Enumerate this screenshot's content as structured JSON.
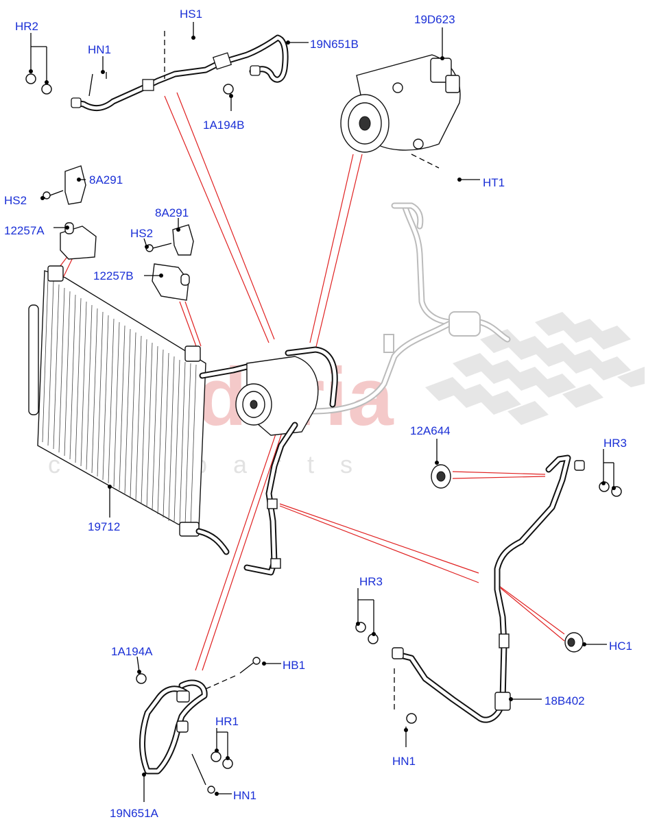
{
  "watermark": {
    "main": "scuderia",
    "sub": "car parts"
  },
  "labels": {
    "hr2": "HR2",
    "hs1": "HS1",
    "n19d623": "19D623",
    "hn1_top": "HN1",
    "n19n651b": "19N651B",
    "n1a194b": "1A194B",
    "ht1": "HT1",
    "n8a291_a": "8A291",
    "hs2_a": "HS2",
    "n12257a": "12257A",
    "n8a291_b": "8A291",
    "hs2_b": "HS2",
    "n12257b": "12257B",
    "n12a644": "12A644",
    "hr3_right": "HR3",
    "n19712": "19712",
    "hr3_mid": "HR3",
    "hc1": "HC1",
    "n1a194a": "1A194A",
    "hb1": "HB1",
    "n18b402": "18B402",
    "hr1": "HR1",
    "hn1_mid": "HN1",
    "hn1_bottom": "HN1",
    "n19n651a": "19N651A"
  },
  "colors": {
    "label": "#1a2fd6",
    "callout_red": "#e02020",
    "watermark": "#f4c9c9"
  }
}
